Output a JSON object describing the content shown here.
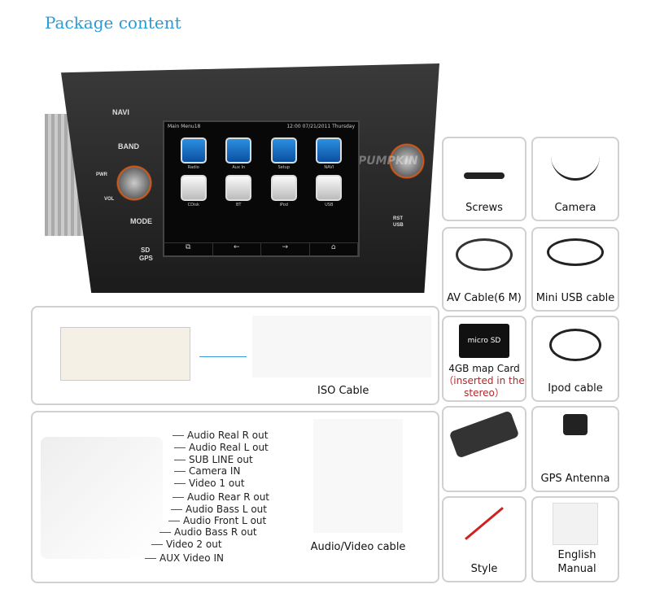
{
  "title": "Package content",
  "head_unit": {
    "buttons": [
      "NAVI",
      "BAND",
      "PWR",
      "VOL",
      "MODE",
      "SD",
      "GPS",
      "RST",
      "USB"
    ],
    "brand": "PUMPKIN",
    "screen": {
      "menu": "Main Menu",
      "number": "18",
      "time": "12:00",
      "date": "07/21/2011",
      "day": "Thursday",
      "apps": [
        "Radio",
        "Aux In",
        "Setup",
        "NAVI",
        "CDisk",
        "BT",
        "iPod",
        "USB"
      ],
      "nav": [
        "⧉",
        "←",
        "→",
        "⌂"
      ]
    }
  },
  "items": {
    "screws": "Screws",
    "camera": "Camera",
    "av_cable": "AV Cable(6 M)",
    "mini_usb": "Mini USB cable",
    "map_card": "4GB map Card",
    "map_card_note": "（inserted in the stereo）",
    "map_card_logo": "micro SD",
    "ipod": "Ipod cable",
    "gps": "GPS Antenna",
    "style": "Style",
    "manual": "English Manual",
    "iso": "ISO Cable",
    "av_video": "Audio/Video cable"
  },
  "wire_labels": [
    "Audio Real R out",
    "Audio Real L out",
    "SUB LINE out",
    "Camera IN",
    "Video 1 out",
    "Audio Rear R out",
    "Audio Bass L  out",
    "Audio Front L   out",
    "Audio Bass R  out",
    "Video 2  out",
    "AUX Video IN"
  ]
}
